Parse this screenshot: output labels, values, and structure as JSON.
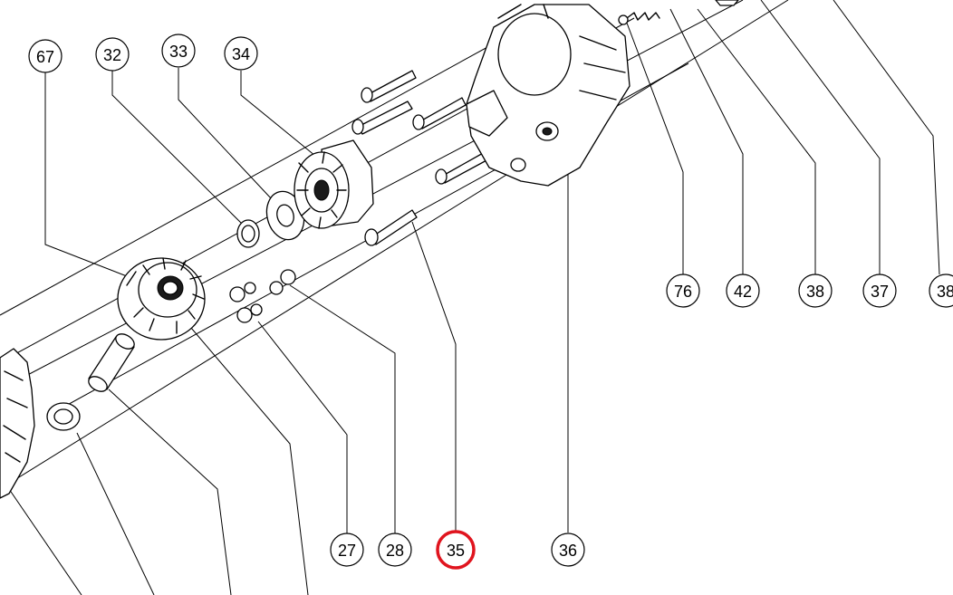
{
  "diagram": {
    "callouts": [
      {
        "id": "c67",
        "label": "67"
      },
      {
        "id": "c32",
        "label": "32"
      },
      {
        "id": "c33",
        "label": "33"
      },
      {
        "id": "c34",
        "label": "34"
      },
      {
        "id": "c76",
        "label": "76"
      },
      {
        "id": "c42",
        "label": "42"
      },
      {
        "id": "c38a",
        "label": "38"
      },
      {
        "id": "c37",
        "label": "37"
      },
      {
        "id": "c38b",
        "label": "38"
      },
      {
        "id": "c27",
        "label": "27"
      },
      {
        "id": "c28",
        "label": "28"
      },
      {
        "id": "c35",
        "label": "35",
        "highlighted": true
      },
      {
        "id": "c36",
        "label": "36"
      }
    ],
    "highlight_color": "#e0141e"
  }
}
